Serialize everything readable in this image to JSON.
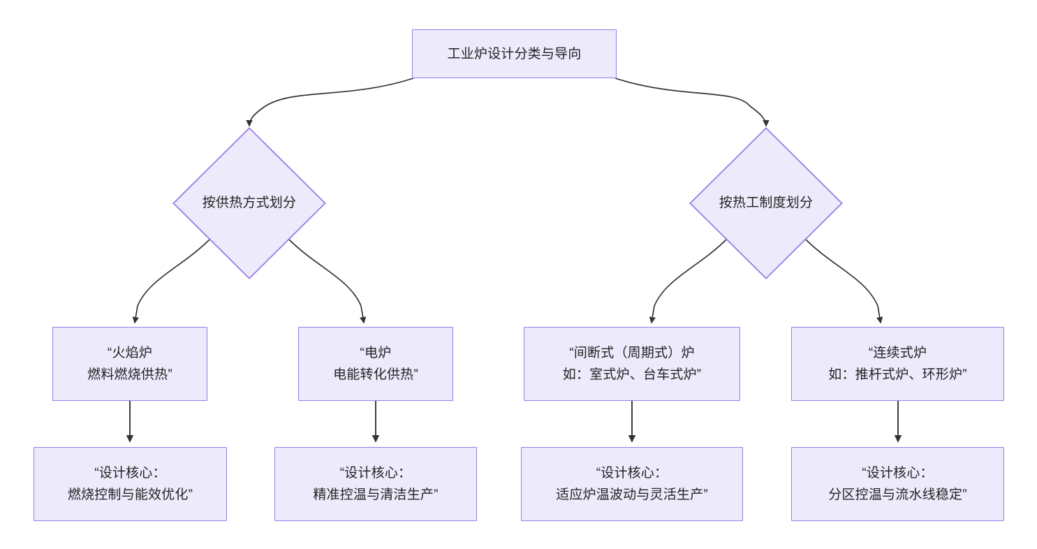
{
  "diagram": {
    "type": "flowchart",
    "direction": "top-down",
    "theme": {
      "node_fill": "#ECEAFB",
      "node_border": "#9C7BE8",
      "edge_color": "#333333",
      "text_color": "#232323",
      "background": "#FFFFFF"
    },
    "root": {
      "id": "root",
      "shape": "rectangle",
      "label": "工业炉设计分类与导向"
    },
    "branches": [
      {
        "id": "branch-heating-method",
        "shape": "diamond",
        "label": "按供热方式划分",
        "children": [
          {
            "id": "node-flame-furnace",
            "shape": "rectangle",
            "label": "“火焰炉\n燃料燃烧供热”",
            "line1": "“火焰炉",
            "line2": "燃料燃烧供热”",
            "core": {
              "id": "core-flame-furnace",
              "shape": "rectangle",
              "label": "“设计核心：\n燃烧控制与能效优化”",
              "line1": "“设计核心：",
              "line2": "燃烧控制与能效优化”"
            }
          },
          {
            "id": "node-electric-furnace",
            "shape": "rectangle",
            "label": "“电炉\n电能转化供热”",
            "line1": "“电炉",
            "line2": "电能转化供热”",
            "core": {
              "id": "core-electric-furnace",
              "shape": "rectangle",
              "label": "“设计核心：\n精准控温与清洁生产”",
              "line1": "“设计核心：",
              "line2": "精准控温与清洁生产”"
            }
          }
        ]
      },
      {
        "id": "branch-thermal-regime",
        "shape": "diamond",
        "label": "按热工制度划分",
        "children": [
          {
            "id": "node-batch-furnace",
            "shape": "rectangle",
            "label": "“间断式（周期式）炉\n如：室式炉、台车式炉”",
            "line1": "“间断式（周期式）炉",
            "line2": "如：室式炉、台车式炉”",
            "core": {
              "id": "core-batch-furnace",
              "shape": "rectangle",
              "label": "“设计核心：\n适应炉温波动与灵活生产”",
              "line1": "“设计核心：",
              "line2": "适应炉温波动与灵活生产”"
            }
          },
          {
            "id": "node-continuous-furnace",
            "shape": "rectangle",
            "label": "“连续式炉\n如：推杆式炉、环形炉”",
            "line1": "“连续式炉",
            "line2": "如：推杆式炉、环形炉”",
            "core": {
              "id": "core-continuous-furnace",
              "shape": "rectangle",
              "label": "“设计核心：\n分区控温与流水线稳定”",
              "line1": "“设计核心：",
              "line2": "分区控温与流水线稳定”"
            }
          }
        ]
      }
    ]
  }
}
